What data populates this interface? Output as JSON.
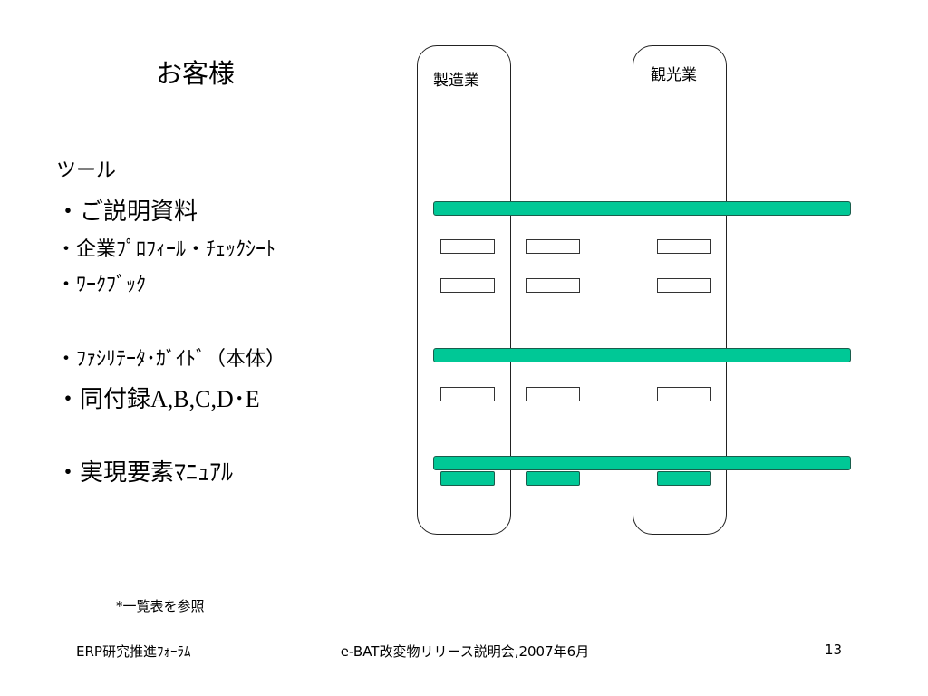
{
  "slide": {
    "title": "お客様",
    "tools": {
      "heading": "ツール",
      "item1": "・ご説明資料",
      "item2": "・企業ﾌﾟﾛﾌｨｰﾙ・ﾁｪｯｸｼｰﾄ",
      "item3": "・ﾜｰｸﾌﾞｯｸ",
      "item4": "・ﾌｧｼﾘﾃｰﾀ･ｶﾞｲﾄﾞ（本体）",
      "item5_prefix": "・同付録",
      "item5_suffix": "A,B,C,D･E",
      "item6": "・実現要素ﾏﾆｭｱﾙ"
    },
    "columns": {
      "manufacturing": "製造業",
      "tourism": "観光業"
    },
    "footnote": "*一覧表を参照",
    "footer": {
      "left": "ERP研究推進ﾌｫｰﾗﾑ",
      "center": "e-BAT改変物リリース説明会,2007年6月",
      "page_number": "13"
    }
  },
  "colors": {
    "bar_fill": "#00c896",
    "bar_border": "#1a5d4c",
    "frame": "#222222"
  }
}
